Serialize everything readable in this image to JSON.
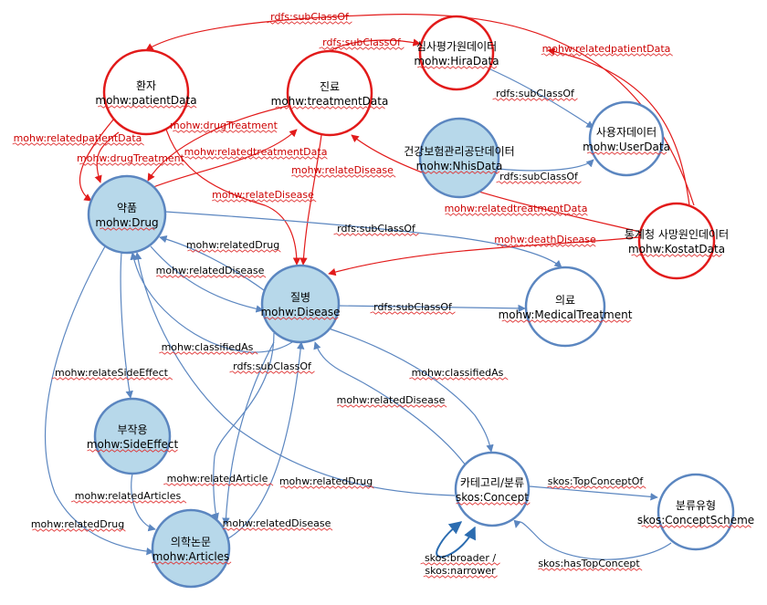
{
  "colors": {
    "blue": "#5b86c0",
    "red": "#e21a1a",
    "fill_blue": "#b7d8ea",
    "fill_white": "#ffffff",
    "dark_blue": "#2b6cb0"
  },
  "nodes": [
    {
      "id": "patientData",
      "line1": "환자",
      "line2": "mohw:patientData"
    },
    {
      "id": "hiraData",
      "line1": "심사평가원데이터",
      "line2": "mohw:HiraData"
    },
    {
      "id": "treatmentData",
      "line1": "진료",
      "line2": "mohw:treatmentData"
    },
    {
      "id": "userData",
      "line1": "사용자데이터",
      "line2": "mohw:UserData"
    },
    {
      "id": "nhisData",
      "line1": "건강보험관리공단데이터",
      "line2": "mohw:NhisData"
    },
    {
      "id": "kostatData",
      "line1": "통계청 사망원인데이터",
      "line2": "mohw:KostatData"
    },
    {
      "id": "drug",
      "line1": "약품",
      "line2": "mohw:Drug"
    },
    {
      "id": "disease",
      "line1": "질병",
      "line2": "mohw:Disease"
    },
    {
      "id": "medicalTreatment",
      "line1": "의료",
      "line2": "mohw:MedicalTreatment"
    },
    {
      "id": "sideEffect",
      "line1": "부작용",
      "line2": "mohw:SideEffect"
    },
    {
      "id": "concept",
      "line1": "카테고리/분류",
      "line2": "skos:Concept"
    },
    {
      "id": "conceptScheme",
      "line1": "분류유형",
      "line2": "skos:ConceptScheme"
    },
    {
      "id": "articles",
      "line1": "의학논문",
      "line2": "mohw:Articles"
    }
  ],
  "edges": [
    {
      "id": "e1",
      "label": "rdfs:subClassOf"
    },
    {
      "id": "e2",
      "label": "rdfs:subClassOf"
    },
    {
      "id": "e3",
      "label": "mohw:relatedpatientData"
    },
    {
      "id": "e4",
      "label": "rdfs:subClassOf"
    },
    {
      "id": "e5",
      "label": "mohw:drugTreatment"
    },
    {
      "id": "e6",
      "label": "mohw:relatedpatientData"
    },
    {
      "id": "e7",
      "label": "mohw:drugTreatment"
    },
    {
      "id": "e8",
      "label": "mohw:relatedtreatmentData"
    },
    {
      "id": "e9",
      "label": "mohw:relateDisease"
    },
    {
      "id": "e10",
      "label": "mohw:relateDisease"
    },
    {
      "id": "e11",
      "label": "rdfs:subClassOf"
    },
    {
      "id": "e12",
      "label": "mohw:relatedtreatmentData"
    },
    {
      "id": "e13",
      "label": "rdfs:subClassOf"
    },
    {
      "id": "e14",
      "label": "mohw:deathDisease"
    },
    {
      "id": "e15",
      "label": "mohw:relatedDrug"
    },
    {
      "id": "e16",
      "label": "mohw:relatedDisease"
    },
    {
      "id": "e17",
      "label": "rdfs:subClassOf"
    },
    {
      "id": "e18",
      "label": "mohw:classifiedAs"
    },
    {
      "id": "e19",
      "label": "mohw:relateSideEffect"
    },
    {
      "id": "e20",
      "label": "rdfs:subClassOf"
    },
    {
      "id": "e21",
      "label": "mohw:classifiedAs"
    },
    {
      "id": "e22",
      "label": "mohw:relatedDisease"
    },
    {
      "id": "e23",
      "label": "mohw:relatedArticle"
    },
    {
      "id": "e24",
      "label": "mohw:relatedArticles"
    },
    {
      "id": "e25",
      "label": "mohw:relatedDrug"
    },
    {
      "id": "e26",
      "label": "mohw:relatedDrug"
    },
    {
      "id": "e27",
      "label": "mohw:relatedDisease"
    },
    {
      "id": "e28",
      "label": "skos:TopConceptOf"
    },
    {
      "id": "e29",
      "label": "skos:hasTopConcept"
    },
    {
      "id": "e30",
      "label": "skos:broader /"
    },
    {
      "id": "e31",
      "label": "skos:narrower"
    }
  ]
}
